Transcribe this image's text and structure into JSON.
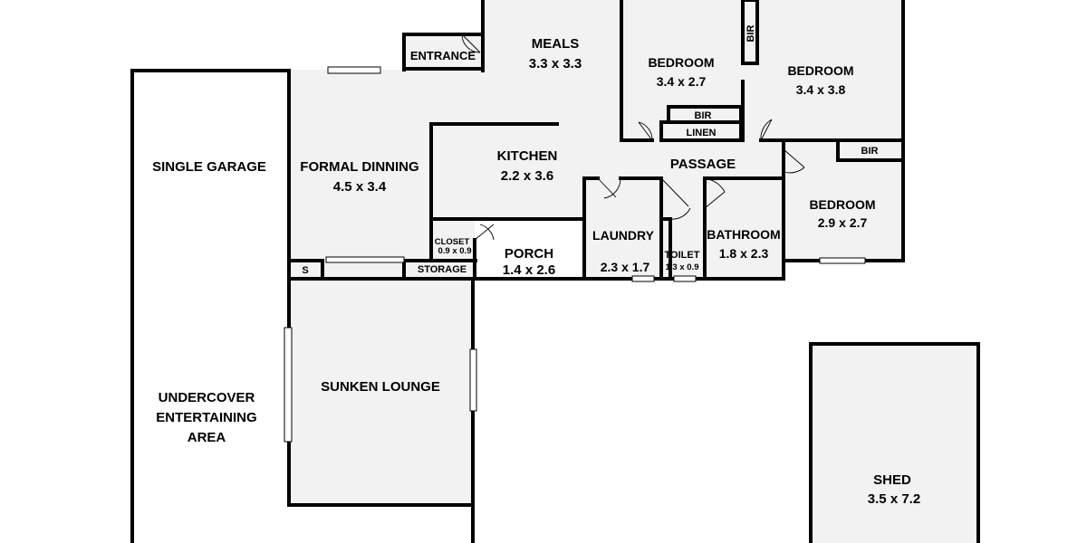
{
  "rooms": {
    "meals": {
      "name": "MEALS",
      "size": "3.3 x 3.3"
    },
    "bedroom1": {
      "name": "BEDROOM",
      "size": "3.4 x 2.7"
    },
    "bedroom2": {
      "name": "BEDROOM",
      "size": "3.4 x 3.8"
    },
    "bedroom3": {
      "name": "BEDROOM",
      "size": "2.9 x 2.7"
    },
    "entrance": {
      "name": "ENTRANCE"
    },
    "single_garage": {
      "name": "SINGLE GARAGE"
    },
    "formal_dining": {
      "name": "FORMAL DINNING",
      "size": "4.5 x 3.4"
    },
    "kitchen": {
      "name": "KITCHEN",
      "size": "2.2 x 3.6"
    },
    "passage": {
      "name": "PASSAGE"
    },
    "closet": {
      "name": "CLOSET",
      "size": "0.9 x 0.9"
    },
    "porch": {
      "name": "PORCH",
      "size": "1.4 x 2.6"
    },
    "laundry": {
      "name": "LAUNDRY",
      "size": "2.3 x 1.7"
    },
    "toilet": {
      "name": "TOILET",
      "size": "1.3 x 0.9"
    },
    "bathroom": {
      "name": "BATHROOM",
      "size": "1.8 x 2.3"
    },
    "storage": {
      "name": "STORAGE"
    },
    "s_cupboard": {
      "name": "S"
    },
    "sunken_lounge": {
      "name": "SUNKEN LOUNGE"
    },
    "undercover": {
      "line1": "UNDERCOVER",
      "line2": "ENTERTAINING",
      "line3": "AREA"
    },
    "shed": {
      "name": "SHED",
      "size": "3.5 x 7.2"
    },
    "bir_top": {
      "name": "BIR"
    },
    "bir_mid": {
      "name": "BIR"
    },
    "linen": {
      "name": "LINEN"
    },
    "bir_right": {
      "name": "BIR"
    }
  }
}
